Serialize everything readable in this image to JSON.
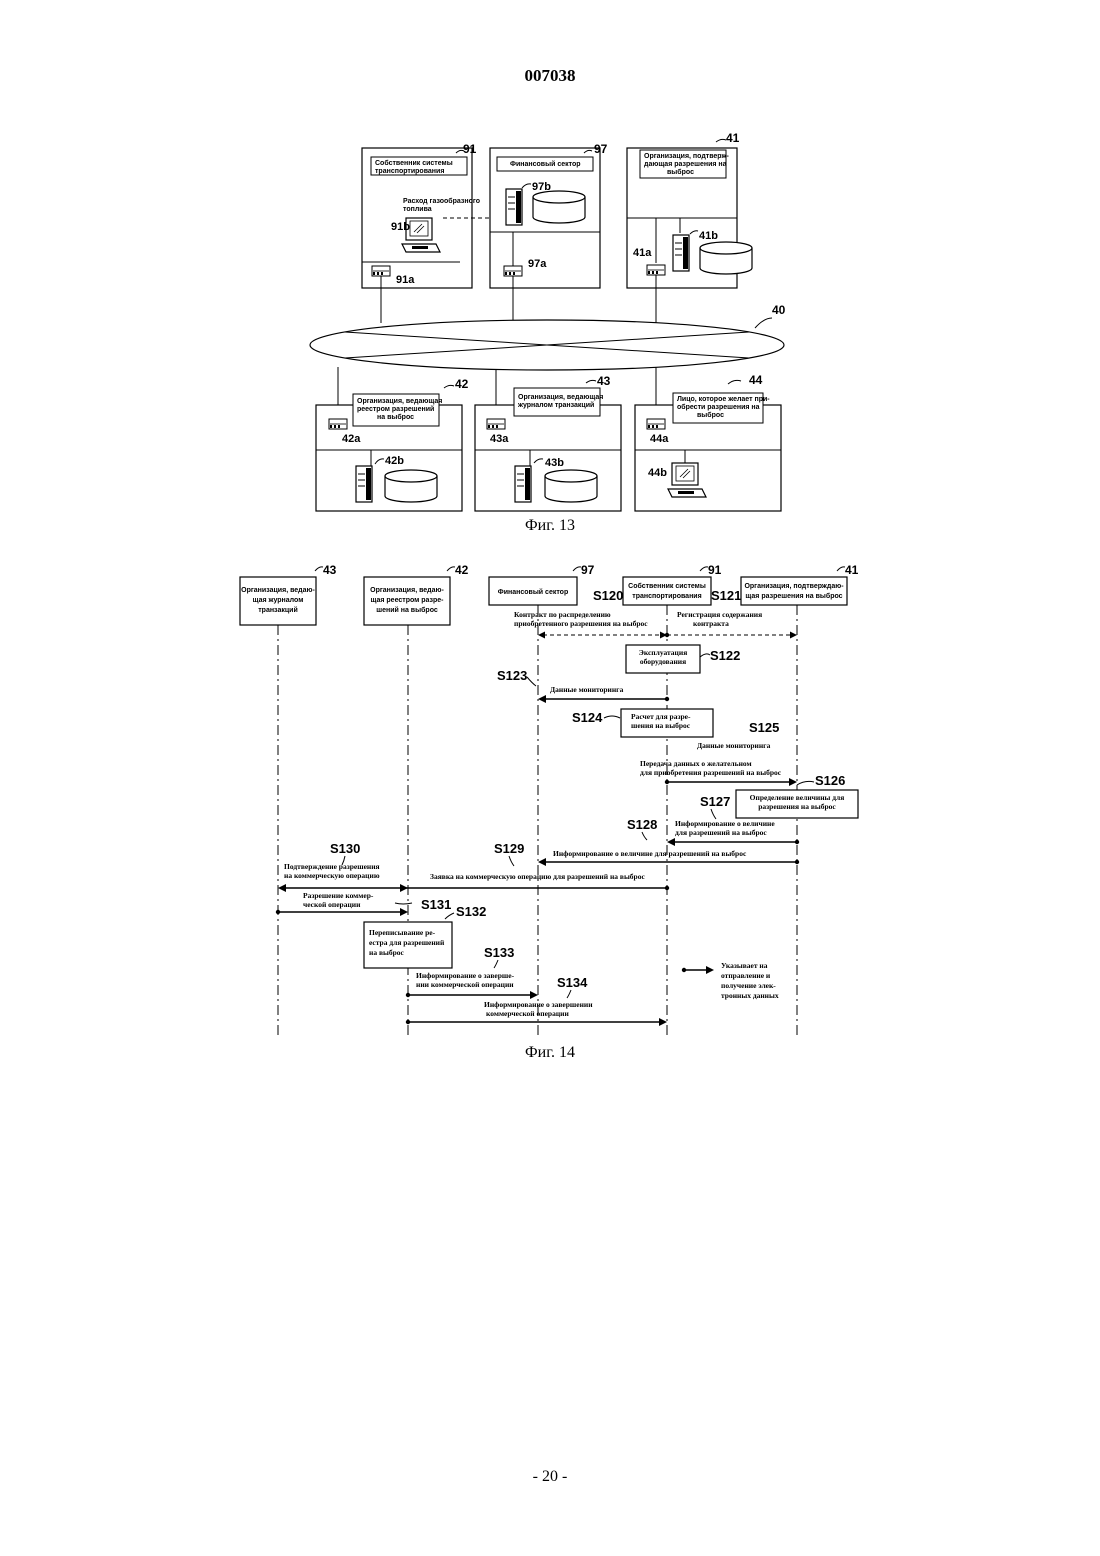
{
  "header": {
    "doc_number": "007038"
  },
  "footer": {
    "page_number": "- 20 -"
  },
  "fig13": {
    "caption": "Фиг. 13",
    "network_ref": "40",
    "nodes": [
      {
        "ref": "91",
        "title": [
          "Собственник системы",
          "транспортирования"
        ],
        "router_ref": "91a",
        "device_ref": "91b",
        "device_type": "computer",
        "annotation": [
          "Расход газообразного",
          "топлива"
        ]
      },
      {
        "ref": "97",
        "title": [
          "Финансовый сектор"
        ],
        "router_ref": "97a",
        "device_ref": "97b",
        "device_type": "server"
      },
      {
        "ref": "41",
        "title": [
          "Организация, подтверж-",
          "дающая разрешения на",
          "выброс"
        ],
        "router_ref": "41a",
        "device_ref": "41b",
        "device_type": "server"
      },
      {
        "ref": "42",
        "title": [
          "Организация, ведающая",
          "реестром разрешений",
          "на выброс"
        ],
        "router_ref": "42a",
        "device_ref": "42b",
        "device_type": "server"
      },
      {
        "ref": "43",
        "title": [
          "Организация, ведающая",
          "журналом транзакций"
        ],
        "router_ref": "43a",
        "device_ref": "43b",
        "device_type": "server"
      },
      {
        "ref": "44",
        "title": [
          "Лицо, которое желает при-",
          "обрести разрешения на",
          "выброс"
        ],
        "router_ref": "44a",
        "device_ref": "44b",
        "device_type": "computer"
      }
    ]
  },
  "fig14": {
    "caption": "Фиг. 14",
    "actors": [
      {
        "ref": "43",
        "label": [
          "Организация, ведаю-",
          "щая журналом",
          "транзакций"
        ]
      },
      {
        "ref": "42",
        "label": [
          "Организация, ведаю-",
          "щая реестром разре-",
          "шений на выброс"
        ]
      },
      {
        "ref": "97",
        "label": [
          "Финансовый сектор"
        ]
      },
      {
        "ref": "91",
        "label": [
          "Собственник системы",
          "транспортирования"
        ]
      },
      {
        "ref": "41",
        "label": [
          "Организация, подтверждаю-",
          "щая разрешения на выброс"
        ]
      }
    ],
    "steps": {
      "s120": "S120",
      "s121": "S121",
      "s122": "S122",
      "s123": "S123",
      "s124": "S124",
      "s125": "S125",
      "s126": "S126",
      "s127": "S127",
      "s128": "S128",
      "s129": "S129",
      "s130": "S130",
      "s131": "S131",
      "s132": "S132",
      "s133": "S133",
      "s134": "S134"
    },
    "messages": {
      "m120": [
        "Контракт по распределению",
        "приобретенного разрешения на выброс"
      ],
      "m121": [
        "Регистрация содержания",
        "контракта"
      ],
      "m123": [
        "Данные мониторинга"
      ],
      "m125": [
        "Данные мониторинга"
      ],
      "m125b": [
        "Передача данных о желательном",
        "для приобретения разрешений на выброс"
      ],
      "m127": [
        "Информирование о величине",
        "для разрешений на выброс"
      ],
      "m128": [
        "Информирование о величине для разрешений на выброс"
      ],
      "m129": [
        "Заявка на коммерческую операцию для разрешений на выброс"
      ],
      "m130": [
        "Подтверждение разрешения",
        "на коммерческую операцию"
      ],
      "m131": [
        "Разрешение коммер-",
        "ческой операции"
      ],
      "m133": [
        "Информирование о заверше-",
        "нии коммерческой операции"
      ],
      "m134": [
        "Информирование о завершении",
        "коммерческой операции"
      ]
    },
    "process_boxes": {
      "b122": [
        "Эксплуатация",
        "оборудования"
      ],
      "b124": [
        "Расчет для разре-",
        "шения на выброс"
      ],
      "b126": [
        "Определение величины для",
        "разрешения на выброс"
      ],
      "b132": [
        "Переписывание ре-",
        "естра для разрешений",
        "на выброс"
      ]
    },
    "legend": [
      "Указывает на",
      "отправление и",
      "получение элек-",
      "тронных данных"
    ]
  }
}
